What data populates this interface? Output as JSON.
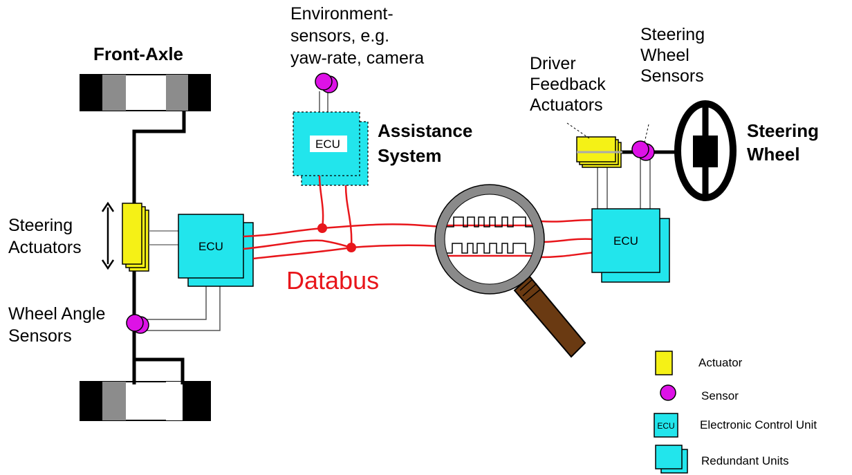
{
  "colors": {
    "bus": "#e8161b",
    "ecu": "#22e5ec",
    "actuator": "#f5f116",
    "sensor": "#dd12e6",
    "tire": "#000000",
    "tire_mid": "#8c8c8c",
    "lens_rim": "#8a8a8a",
    "handle": "#6a3a12"
  },
  "labels": {
    "front_axle": "Front-Axle",
    "env_sensors": [
      "Environment-",
      "sensors, e.g.",
      "yaw-rate, camera"
    ],
    "assistance_system": [
      "Assistance",
      "System"
    ],
    "driver_feedback": [
      "Driver",
      "Feedback",
      "Actuators"
    ],
    "steering_wheel_sensors": [
      "Steering",
      "Wheel",
      "Sensors"
    ],
    "steering_wheel": [
      "Steering",
      "Wheel"
    ],
    "steering_actuators": [
      "Steering",
      "Actuators"
    ],
    "wheel_angle_sensors": [
      "Wheel Angle",
      "Sensors"
    ],
    "databus": "Databus"
  },
  "ecu_label": "ECU",
  "legend": {
    "actuator": "Actuator",
    "sensor": "Sensor",
    "ecu_icon": "ECU",
    "ecu": "Electronic Control Unit",
    "redundant": "Redundant Units"
  }
}
